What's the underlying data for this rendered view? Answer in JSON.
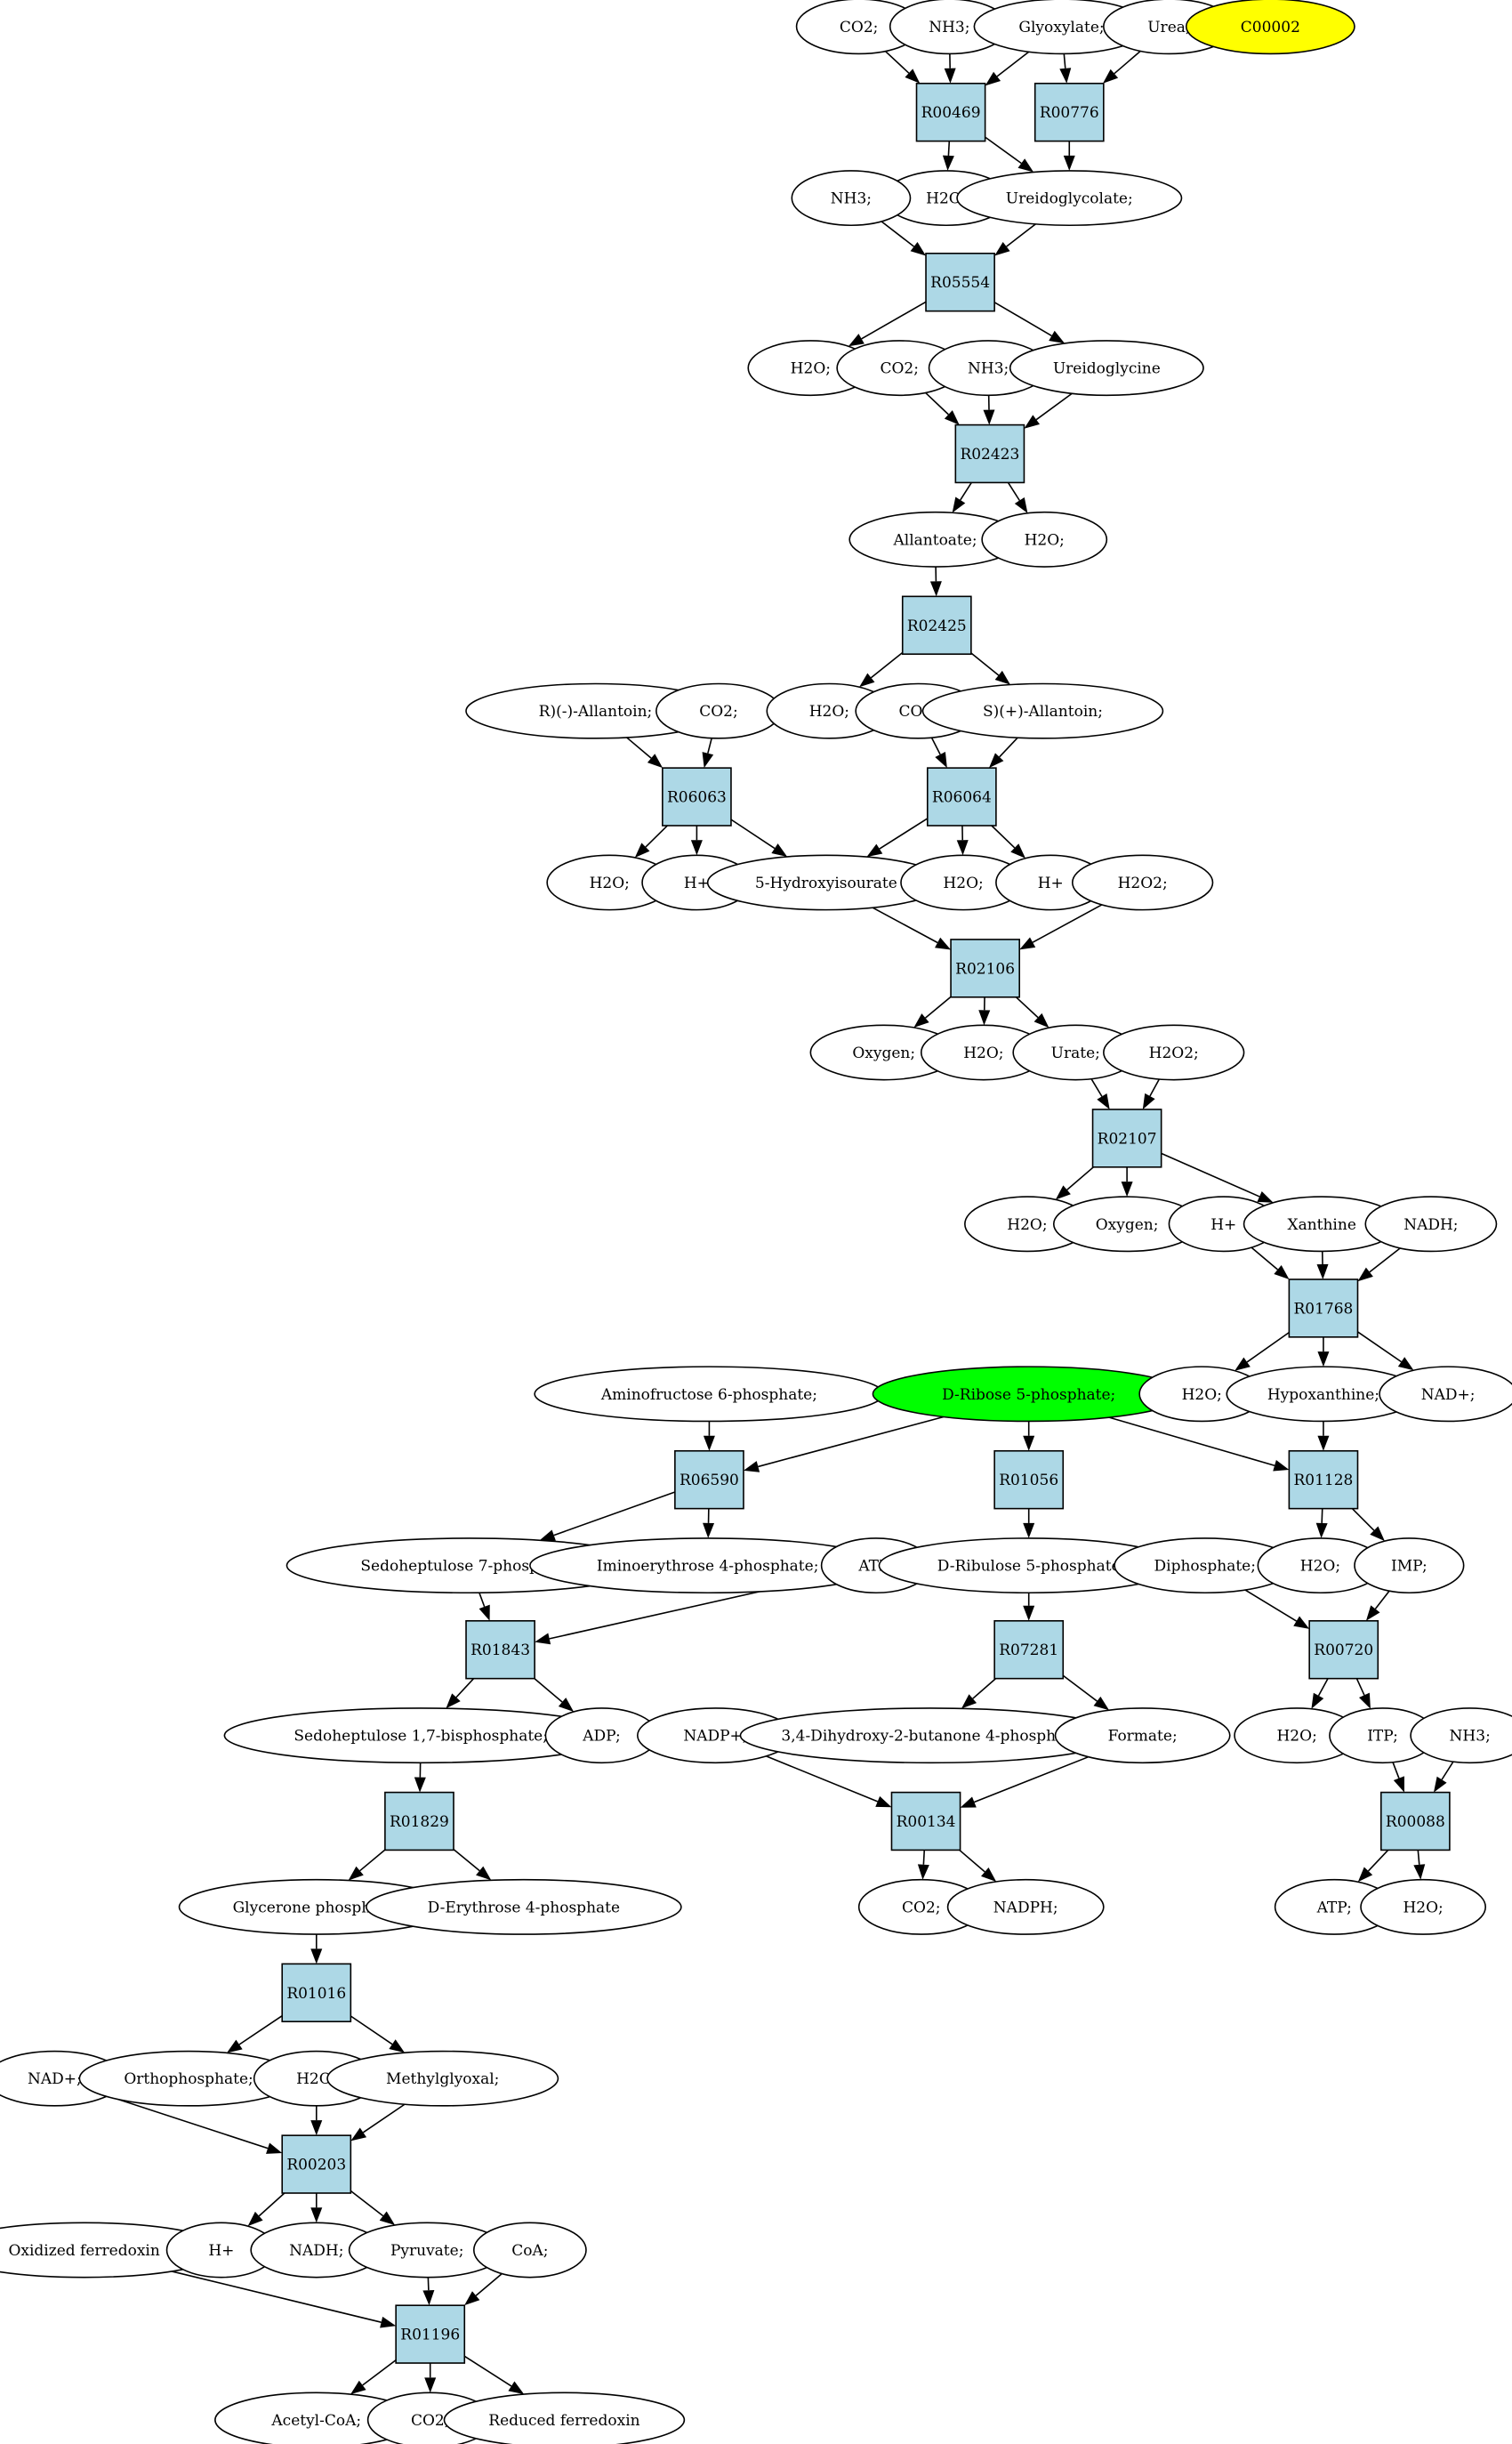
{
  "colors": {
    "reaction_fill": "#add8e6",
    "compound_fill": "#ffffff",
    "start_compound_fill": "#00ff00",
    "target_compound_fill": "#ffff00",
    "stroke": "#000000"
  },
  "reactions": [
    {
      "id": "R00469",
      "label": "R00469"
    },
    {
      "id": "R00776",
      "label": "R00776"
    },
    {
      "id": "R05554",
      "label": "R05554"
    },
    {
      "id": "R02423",
      "label": "R02423"
    },
    {
      "id": "R02425",
      "label": "R02425"
    },
    {
      "id": "R06063",
      "label": "R06063"
    },
    {
      "id": "R06064",
      "label": "R06064"
    },
    {
      "id": "R02106",
      "label": "R02106"
    },
    {
      "id": "R02107",
      "label": "R02107"
    },
    {
      "id": "R01768",
      "label": "R01768"
    },
    {
      "id": "R06590",
      "label": "R06590"
    },
    {
      "id": "R01056",
      "label": "R01056"
    },
    {
      "id": "R01128",
      "label": "R01128"
    },
    {
      "id": "R01843",
      "label": "R01843"
    },
    {
      "id": "R07281",
      "label": "R07281"
    },
    {
      "id": "R00720",
      "label": "R00720"
    },
    {
      "id": "R01829",
      "label": "R01829"
    },
    {
      "id": "R00134",
      "label": "R00134"
    },
    {
      "id": "R00088",
      "label": "R00088"
    },
    {
      "id": "R01016",
      "label": "R01016"
    },
    {
      "id": "R00203",
      "label": "R00203"
    },
    {
      "id": "R01196",
      "label": "R01196"
    }
  ],
  "compounds": [
    {
      "id": "c_co2_1",
      "label": "CO2;"
    },
    {
      "id": "c_nh3_1",
      "label": "NH3;"
    },
    {
      "id": "c_glyoxylate",
      "label": "Glyoxylate;"
    },
    {
      "id": "c_urea",
      "label": "Urea;"
    },
    {
      "id": "c_c00002",
      "label": "C00002",
      "role": "target"
    },
    {
      "id": "c_h2o_1",
      "label": "H2O;"
    },
    {
      "id": "c_ureidoglycolate",
      "label": "Ureidoglycolate;"
    },
    {
      "id": "c_nh3_2",
      "label": "NH3;"
    },
    {
      "id": "c_h2o_2",
      "label": "H2O;"
    },
    {
      "id": "c_co2_2",
      "label": "CO2;"
    },
    {
      "id": "c_nh3_3",
      "label": "NH3;"
    },
    {
      "id": "c_ureidoglycine",
      "label": "Ureidoglycine"
    },
    {
      "id": "c_allantoate",
      "label": "Allantoate;"
    },
    {
      "id": "c_h2o_3",
      "label": "H2O;"
    },
    {
      "id": "c_r_allantoin",
      "label": "R)(-)-Allantoin;"
    },
    {
      "id": "c_co2_3",
      "label": "CO2;"
    },
    {
      "id": "c_h2o_4",
      "label": "H2O;"
    },
    {
      "id": "c_co2_4",
      "label": "CO2;"
    },
    {
      "id": "c_s_allantoin",
      "label": "S)(+)-Allantoin;"
    },
    {
      "id": "c_h2o_5",
      "label": "H2O;"
    },
    {
      "id": "c_hplus_1",
      "label": "H+"
    },
    {
      "id": "c_5hiu",
      "label": "5-Hydroxyisourate"
    },
    {
      "id": "c_h2o_6",
      "label": "H2O;"
    },
    {
      "id": "c_hplus_2",
      "label": "H+"
    },
    {
      "id": "c_h2o2_1",
      "label": "H2O2;"
    },
    {
      "id": "c_oxygen_1",
      "label": "Oxygen;"
    },
    {
      "id": "c_h2o_7",
      "label": "H2O;"
    },
    {
      "id": "c_urate",
      "label": "Urate;"
    },
    {
      "id": "c_h2o2_2",
      "label": "H2O2;"
    },
    {
      "id": "c_h2o_8",
      "label": "H2O;"
    },
    {
      "id": "c_oxygen_2",
      "label": "Oxygen;"
    },
    {
      "id": "c_hplus_3",
      "label": "H+"
    },
    {
      "id": "c_xanthine",
      "label": "Xanthine"
    },
    {
      "id": "c_nadh_1",
      "label": "NADH;"
    },
    {
      "id": "c_amino_f6p",
      "label": "Aminofructose 6-phosphate;"
    },
    {
      "id": "c_ribose5p",
      "label": "D-Ribose 5-phosphate;",
      "role": "start"
    },
    {
      "id": "c_h2o_9",
      "label": "H2O;"
    },
    {
      "id": "c_hypoxanthine",
      "label": "Hypoxanthine;"
    },
    {
      "id": "c_nadplus_1",
      "label": "NAD+;"
    },
    {
      "id": "c_s7p",
      "label": "Sedoheptulose 7-phosphate;"
    },
    {
      "id": "c_iminoerythrose",
      "label": "Iminoerythrose 4-phosphate;"
    },
    {
      "id": "c_atp_1",
      "label": "ATP;"
    },
    {
      "id": "c_ribulose5p",
      "label": "D-Ribulose 5-phosphate"
    },
    {
      "id": "c_diphosphate",
      "label": "Diphosphate;"
    },
    {
      "id": "c_h2o_10",
      "label": "H2O;"
    },
    {
      "id": "c_imp",
      "label": "IMP;"
    },
    {
      "id": "c_s17bp",
      "label": "Sedoheptulose 1,7-bisphosphate;"
    },
    {
      "id": "c_adp",
      "label": "ADP;"
    },
    {
      "id": "c_nadpplus",
      "label": "NADP+;"
    },
    {
      "id": "c_dhbp",
      "label": "3,4-Dihydroxy-2-butanone 4-phosphate"
    },
    {
      "id": "c_formate",
      "label": "Formate;"
    },
    {
      "id": "c_h2o_11",
      "label": "H2O;"
    },
    {
      "id": "c_itp",
      "label": "ITP;"
    },
    {
      "id": "c_nh3_4",
      "label": "NH3;"
    },
    {
      "id": "c_glycerone_p",
      "label": "Glycerone phosphate;"
    },
    {
      "id": "c_erythrose4p",
      "label": "D-Erythrose 4-phosphate"
    },
    {
      "id": "c_co2_5",
      "label": "CO2;"
    },
    {
      "id": "c_nadph",
      "label": "NADPH;"
    },
    {
      "id": "c_atp_2",
      "label": "ATP;"
    },
    {
      "id": "c_h2o_12",
      "label": "H2O;"
    },
    {
      "id": "c_nadplus_2",
      "label": "NAD+;"
    },
    {
      "id": "c_orthophosphate",
      "label": "Orthophosphate;"
    },
    {
      "id": "c_h2o_13",
      "label": "H2O;"
    },
    {
      "id": "c_methylglyoxal",
      "label": "Methylglyoxal;"
    },
    {
      "id": "c_oxidized_fd",
      "label": "Oxidized ferredoxin"
    },
    {
      "id": "c_hplus_4",
      "label": "H+"
    },
    {
      "id": "c_nadh_2",
      "label": "NADH;"
    },
    {
      "id": "c_pyruvate",
      "label": "Pyruvate;"
    },
    {
      "id": "c_coa",
      "label": "CoA;"
    },
    {
      "id": "c_acetylcoa",
      "label": "Acetyl-CoA;"
    },
    {
      "id": "c_co2_6",
      "label": "CO2;"
    },
    {
      "id": "c_reduced_fd",
      "label": "Reduced ferredoxin"
    }
  ],
  "edges": [
    [
      "c_co2_1",
      "R00469"
    ],
    [
      "c_nh3_1",
      "R00469"
    ],
    [
      "c_glyoxylate",
      "R00469"
    ],
    [
      "c_glyoxylate",
      "R00776"
    ],
    [
      "c_urea",
      "R00776"
    ],
    [
      "R00469",
      "c_h2o_1"
    ],
    [
      "R00469",
      "c_ureidoglycolate"
    ],
    [
      "R00776",
      "c_ureidoglycolate"
    ],
    [
      "c_nh3_2",
      "R05554"
    ],
    [
      "c_ureidoglycolate",
      "R05554"
    ],
    [
      "R05554",
      "c_h2o_2"
    ],
    [
      "R05554",
      "c_ureidoglycine"
    ],
    [
      "c_co2_2",
      "R02423"
    ],
    [
      "c_nh3_3",
      "R02423"
    ],
    [
      "c_ureidoglycine",
      "R02423"
    ],
    [
      "R02423",
      "c_allantoate"
    ],
    [
      "R02423",
      "c_h2o_3"
    ],
    [
      "c_allantoate",
      "R02425"
    ],
    [
      "R02425",
      "c_h2o_4"
    ],
    [
      "R02425",
      "c_s_allantoin"
    ],
    [
      "c_r_allantoin",
      "R06063"
    ],
    [
      "c_co2_3",
      "R06063"
    ],
    [
      "c_co2_4",
      "R06064"
    ],
    [
      "c_s_allantoin",
      "R06064"
    ],
    [
      "R06063",
      "c_h2o_5"
    ],
    [
      "R06063",
      "c_hplus_1"
    ],
    [
      "R06063",
      "c_5hiu"
    ],
    [
      "R06064",
      "c_5hiu"
    ],
    [
      "R06064",
      "c_h2o_6"
    ],
    [
      "R06064",
      "c_hplus_2"
    ],
    [
      "c_5hiu",
      "R02106"
    ],
    [
      "c_h2o2_1",
      "R02106"
    ],
    [
      "R02106",
      "c_oxygen_1"
    ],
    [
      "R02106",
      "c_h2o_7"
    ],
    [
      "R02106",
      "c_urate"
    ],
    [
      "c_urate",
      "R02107"
    ],
    [
      "c_h2o2_2",
      "R02107"
    ],
    [
      "R02107",
      "c_h2o_8"
    ],
    [
      "R02107",
      "c_oxygen_2"
    ],
    [
      "R02107",
      "c_xanthine"
    ],
    [
      "c_hplus_3",
      "R01768"
    ],
    [
      "c_xanthine",
      "R01768"
    ],
    [
      "c_nadh_1",
      "R01768"
    ],
    [
      "R01768",
      "c_h2o_9"
    ],
    [
      "R01768",
      "c_hypoxanthine"
    ],
    [
      "R01768",
      "c_nadplus_1"
    ],
    [
      "c_amino_f6p",
      "R06590"
    ],
    [
      "c_ribose5p",
      "R06590"
    ],
    [
      "c_ribose5p",
      "R01056"
    ],
    [
      "c_ribose5p",
      "R01128"
    ],
    [
      "c_hypoxanthine",
      "R01128"
    ],
    [
      "R06590",
      "c_s7p"
    ],
    [
      "R06590",
      "c_iminoerythrose"
    ],
    [
      "R01056",
      "c_ribulose5p"
    ],
    [
      "R01128",
      "c_h2o_10"
    ],
    [
      "R01128",
      "c_imp"
    ],
    [
      "c_s7p",
      "R01843"
    ],
    [
      "c_atp_1",
      "R01843"
    ],
    [
      "c_ribulose5p",
      "R07281"
    ],
    [
      "c_diphosphate",
      "R00720"
    ],
    [
      "c_imp",
      "R00720"
    ],
    [
      "R01843",
      "c_s17bp"
    ],
    [
      "R01843",
      "c_adp"
    ],
    [
      "R07281",
      "c_dhbp"
    ],
    [
      "R07281",
      "c_formate"
    ],
    [
      "R00720",
      "c_h2o_11"
    ],
    [
      "R00720",
      "c_itp"
    ],
    [
      "c_s17bp",
      "R01829"
    ],
    [
      "c_nadpplus",
      "R00134"
    ],
    [
      "c_formate",
      "R00134"
    ],
    [
      "c_itp",
      "R00088"
    ],
    [
      "c_nh3_4",
      "R00088"
    ],
    [
      "R01829",
      "c_glycerone_p"
    ],
    [
      "R01829",
      "c_erythrose4p"
    ],
    [
      "R00134",
      "c_co2_5"
    ],
    [
      "R00134",
      "c_nadph"
    ],
    [
      "R00088",
      "c_atp_2"
    ],
    [
      "R00088",
      "c_h2o_12"
    ],
    [
      "c_glycerone_p",
      "R01016"
    ],
    [
      "R01016",
      "c_orthophosphate"
    ],
    [
      "R01016",
      "c_methylglyoxal"
    ],
    [
      "c_nadplus_2",
      "R00203"
    ],
    [
      "c_h2o_13",
      "R00203"
    ],
    [
      "c_methylglyoxal",
      "R00203"
    ],
    [
      "R00203",
      "c_hplus_4"
    ],
    [
      "R00203",
      "c_nadh_2"
    ],
    [
      "R00203",
      "c_pyruvate"
    ],
    [
      "c_oxidized_fd",
      "R01196"
    ],
    [
      "c_pyruvate",
      "R01196"
    ],
    [
      "c_coa",
      "R01196"
    ],
    [
      "R01196",
      "c_acetylcoa"
    ],
    [
      "R01196",
      "c_co2_6"
    ],
    [
      "R01196",
      "c_reduced_fd"
    ]
  ]
}
